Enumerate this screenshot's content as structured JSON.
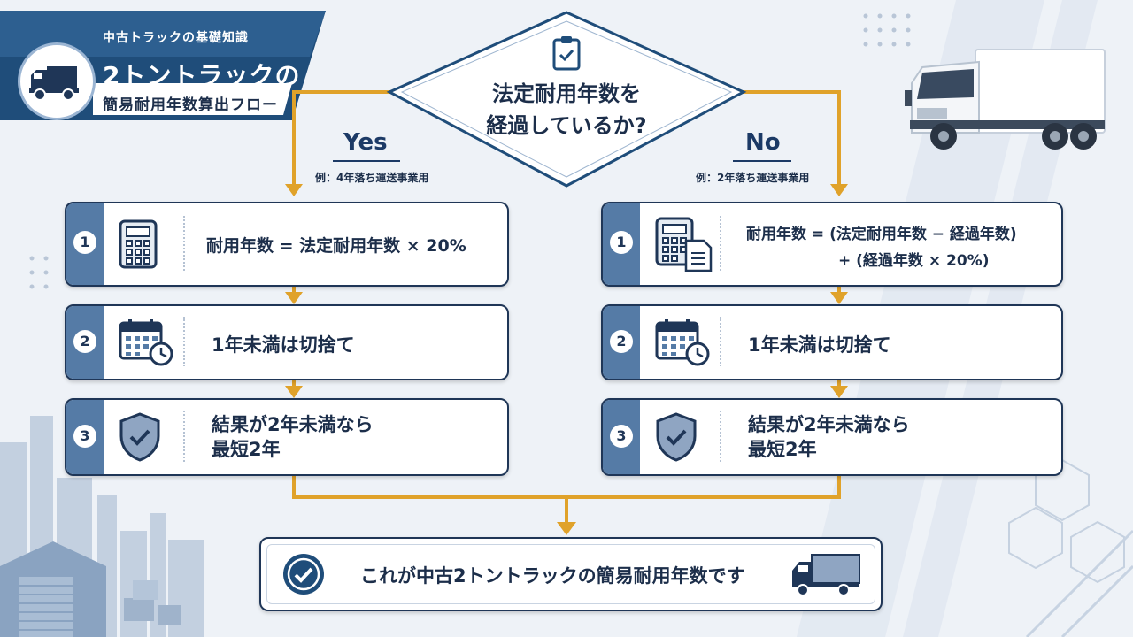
{
  "banner": {
    "subtitle": "中古トラックの基礎知識",
    "title": "2トントラックの",
    "title2": "簡易耐用年数算出フロー"
  },
  "decision": {
    "line1": "法定耐用年数を",
    "line2": "経過しているか?"
  },
  "yes_branch": {
    "label": "Yes",
    "example": "例：4年落ち運送事業用",
    "steps": [
      {
        "num": "1",
        "icon": "calculator-icon",
        "line1": "耐用年数 = 法定耐用年数 × 20%",
        "line2": ""
      },
      {
        "num": "2",
        "icon": "calendar-clock-icon",
        "line1": "1年未満は切捨て",
        "line2": ""
      },
      {
        "num": "3",
        "icon": "shield-check-icon",
        "line1": "結果が2年未満なら",
        "line2": "最短2年"
      }
    ]
  },
  "no_branch": {
    "label": "No",
    "example": "例：2年落ち運送事業用",
    "steps": [
      {
        "num": "1",
        "icon": "calculator-document-icon",
        "line1": "耐用年数 = (法定耐用年数 − 経過年数)",
        "line2": "+ (経過年数 × 20%)"
      },
      {
        "num": "2",
        "icon": "calendar-clock-icon",
        "line1": "1年未満は切捨て",
        "line2": ""
      },
      {
        "num": "3",
        "icon": "shield-check-icon",
        "line1": "結果が2年未満なら",
        "line2": "最短2年"
      }
    ]
  },
  "result": {
    "text": "これが中古2トントラックの簡易耐用年数です"
  },
  "colors": {
    "navy": "#1f3657",
    "accent_blue": "#557ba6",
    "arrow_gold": "#e0a22a",
    "background": "#eef2f7"
  }
}
